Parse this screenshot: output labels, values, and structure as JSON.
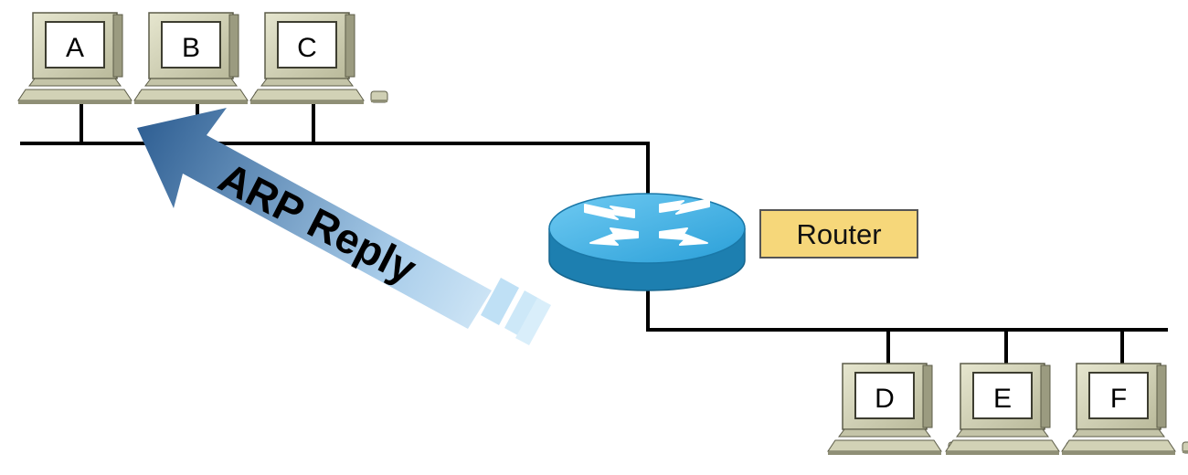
{
  "computers_top": [
    "A",
    "B",
    "C"
  ],
  "computers_bottom": [
    "D",
    "E",
    "F"
  ],
  "router": {
    "label": "Router"
  },
  "arrow": {
    "label": "ARP Reply"
  },
  "colors": {
    "pc_beige": "#d6d6b8",
    "pc_dark": "#8a8a72",
    "router_top": "#3fb1e8",
    "router_side": "#1d7fb0",
    "router_label_bg": "#f6d77a",
    "arrow_dark": "#2f5f93",
    "arrow_light": "#cfe7f8",
    "link": "#000000"
  }
}
